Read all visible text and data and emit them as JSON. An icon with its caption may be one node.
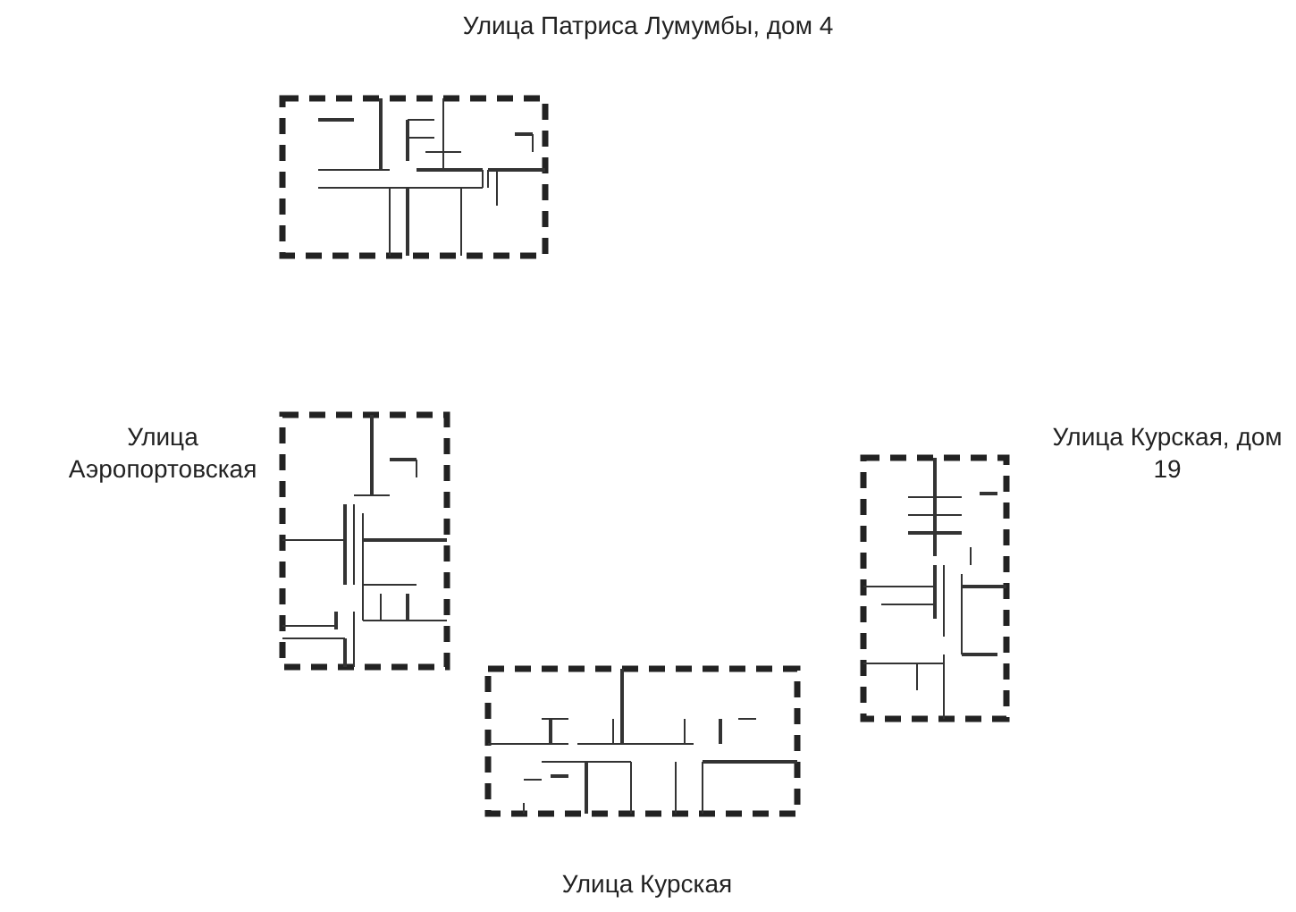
{
  "diagram": {
    "labels": [
      "Улица Патриса Лумумбы, дом 4",
      "Улица Аэропортовская",
      "Улица Курская, дом 19",
      "Улица Курская"
    ]
  }
}
